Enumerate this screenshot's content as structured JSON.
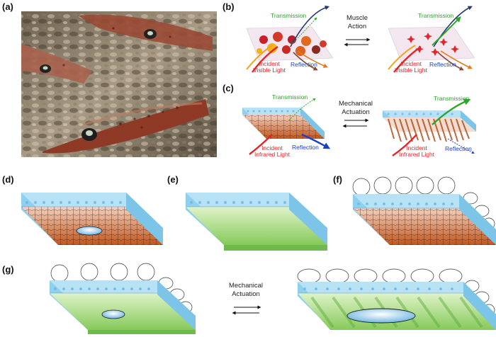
{
  "panels": {
    "a": "(a)",
    "b": "(b)",
    "c": "(c)",
    "d": "(d)",
    "e": "(e)",
    "f": "(f)",
    "g": "(g)"
  },
  "b": {
    "action_line1": "Muscle",
    "action_line2": "Action",
    "left": {
      "transmission": "Transmission",
      "incident_line1": "Incident",
      "incident_line2": "Visible Light",
      "reflection": "Reflection"
    },
    "right": {
      "transmission": "Transmission",
      "incident_line1": "Incident",
      "incident_line2": "Visible Light",
      "reflection": "Reflection"
    }
  },
  "c": {
    "action_line1": "Mechanical",
    "action_line2": "Actuation",
    "left": {
      "transmission": "Transmission",
      "incident_line1": "Incident",
      "incident_line2": "Infrared Light",
      "reflection": "Reflection"
    },
    "right": {
      "transmission": "Transmission",
      "incident_line1": "Incident",
      "incident_line2": "Infrared Light",
      "reflection": "Reflection"
    }
  },
  "g": {
    "action_line1": "Mechanical",
    "action_line2": "Actuation"
  },
  "colors": {
    "transmission": "#2ea52e",
    "incident": "#e0262a",
    "reflection": "#1f3fc8",
    "water": "#8fd0ee",
    "tissue": "#c8643a",
    "gel": "#8ccf6a"
  }
}
